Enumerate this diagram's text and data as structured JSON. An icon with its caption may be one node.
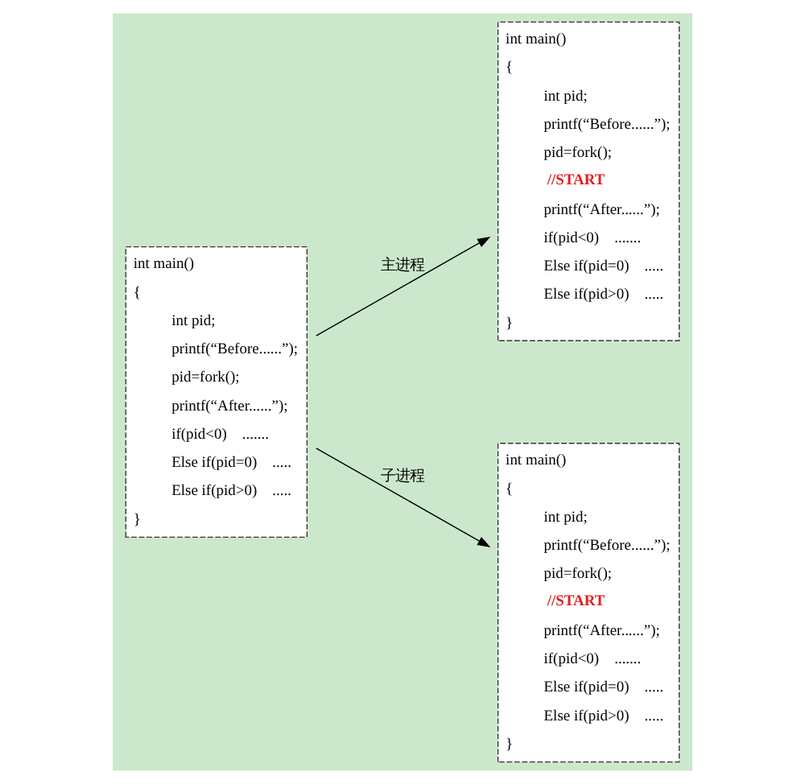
{
  "diagram": {
    "nodes": [
      {
        "text": [
          "int main()",
          "{",
          "int pid;",
          "printf(“Before......”);",
          "pid=fork();",
          "printf(“After......”);",
          "if(pid<0)    .......",
          "Else if(pid=0)    .....",
          "Else if(pid>0)    .....",
          "}"
        ]
      },
      {
        "text": [
          "int main()",
          "{",
          "int pid;",
          "printf(“Before......”);",
          "pid=fork();",
          "//START",
          "printf(“After......”);",
          "if(pid<0)    .......",
          "Else if(pid=0)    .....",
          "Else if(pid>0)    .....",
          "}"
        ]
      },
      {
        "text": [
          "int main()",
          "{",
          "int pid;",
          "printf(“Before......”);",
          "pid=fork();",
          "//START",
          "printf(“After......”);",
          "if(pid<0)    .......",
          "Else if(pid=0)    .....",
          "Else if(pid>0)    .....",
          "}"
        ]
      }
    ],
    "edges": [
      {
        "from": 0,
        "to": 1,
        "arrow": "to",
        "label": "主进程"
      },
      {
        "from": 0,
        "to": 2,
        "arrow": "to",
        "label": "子进程"
      }
    ]
  }
}
